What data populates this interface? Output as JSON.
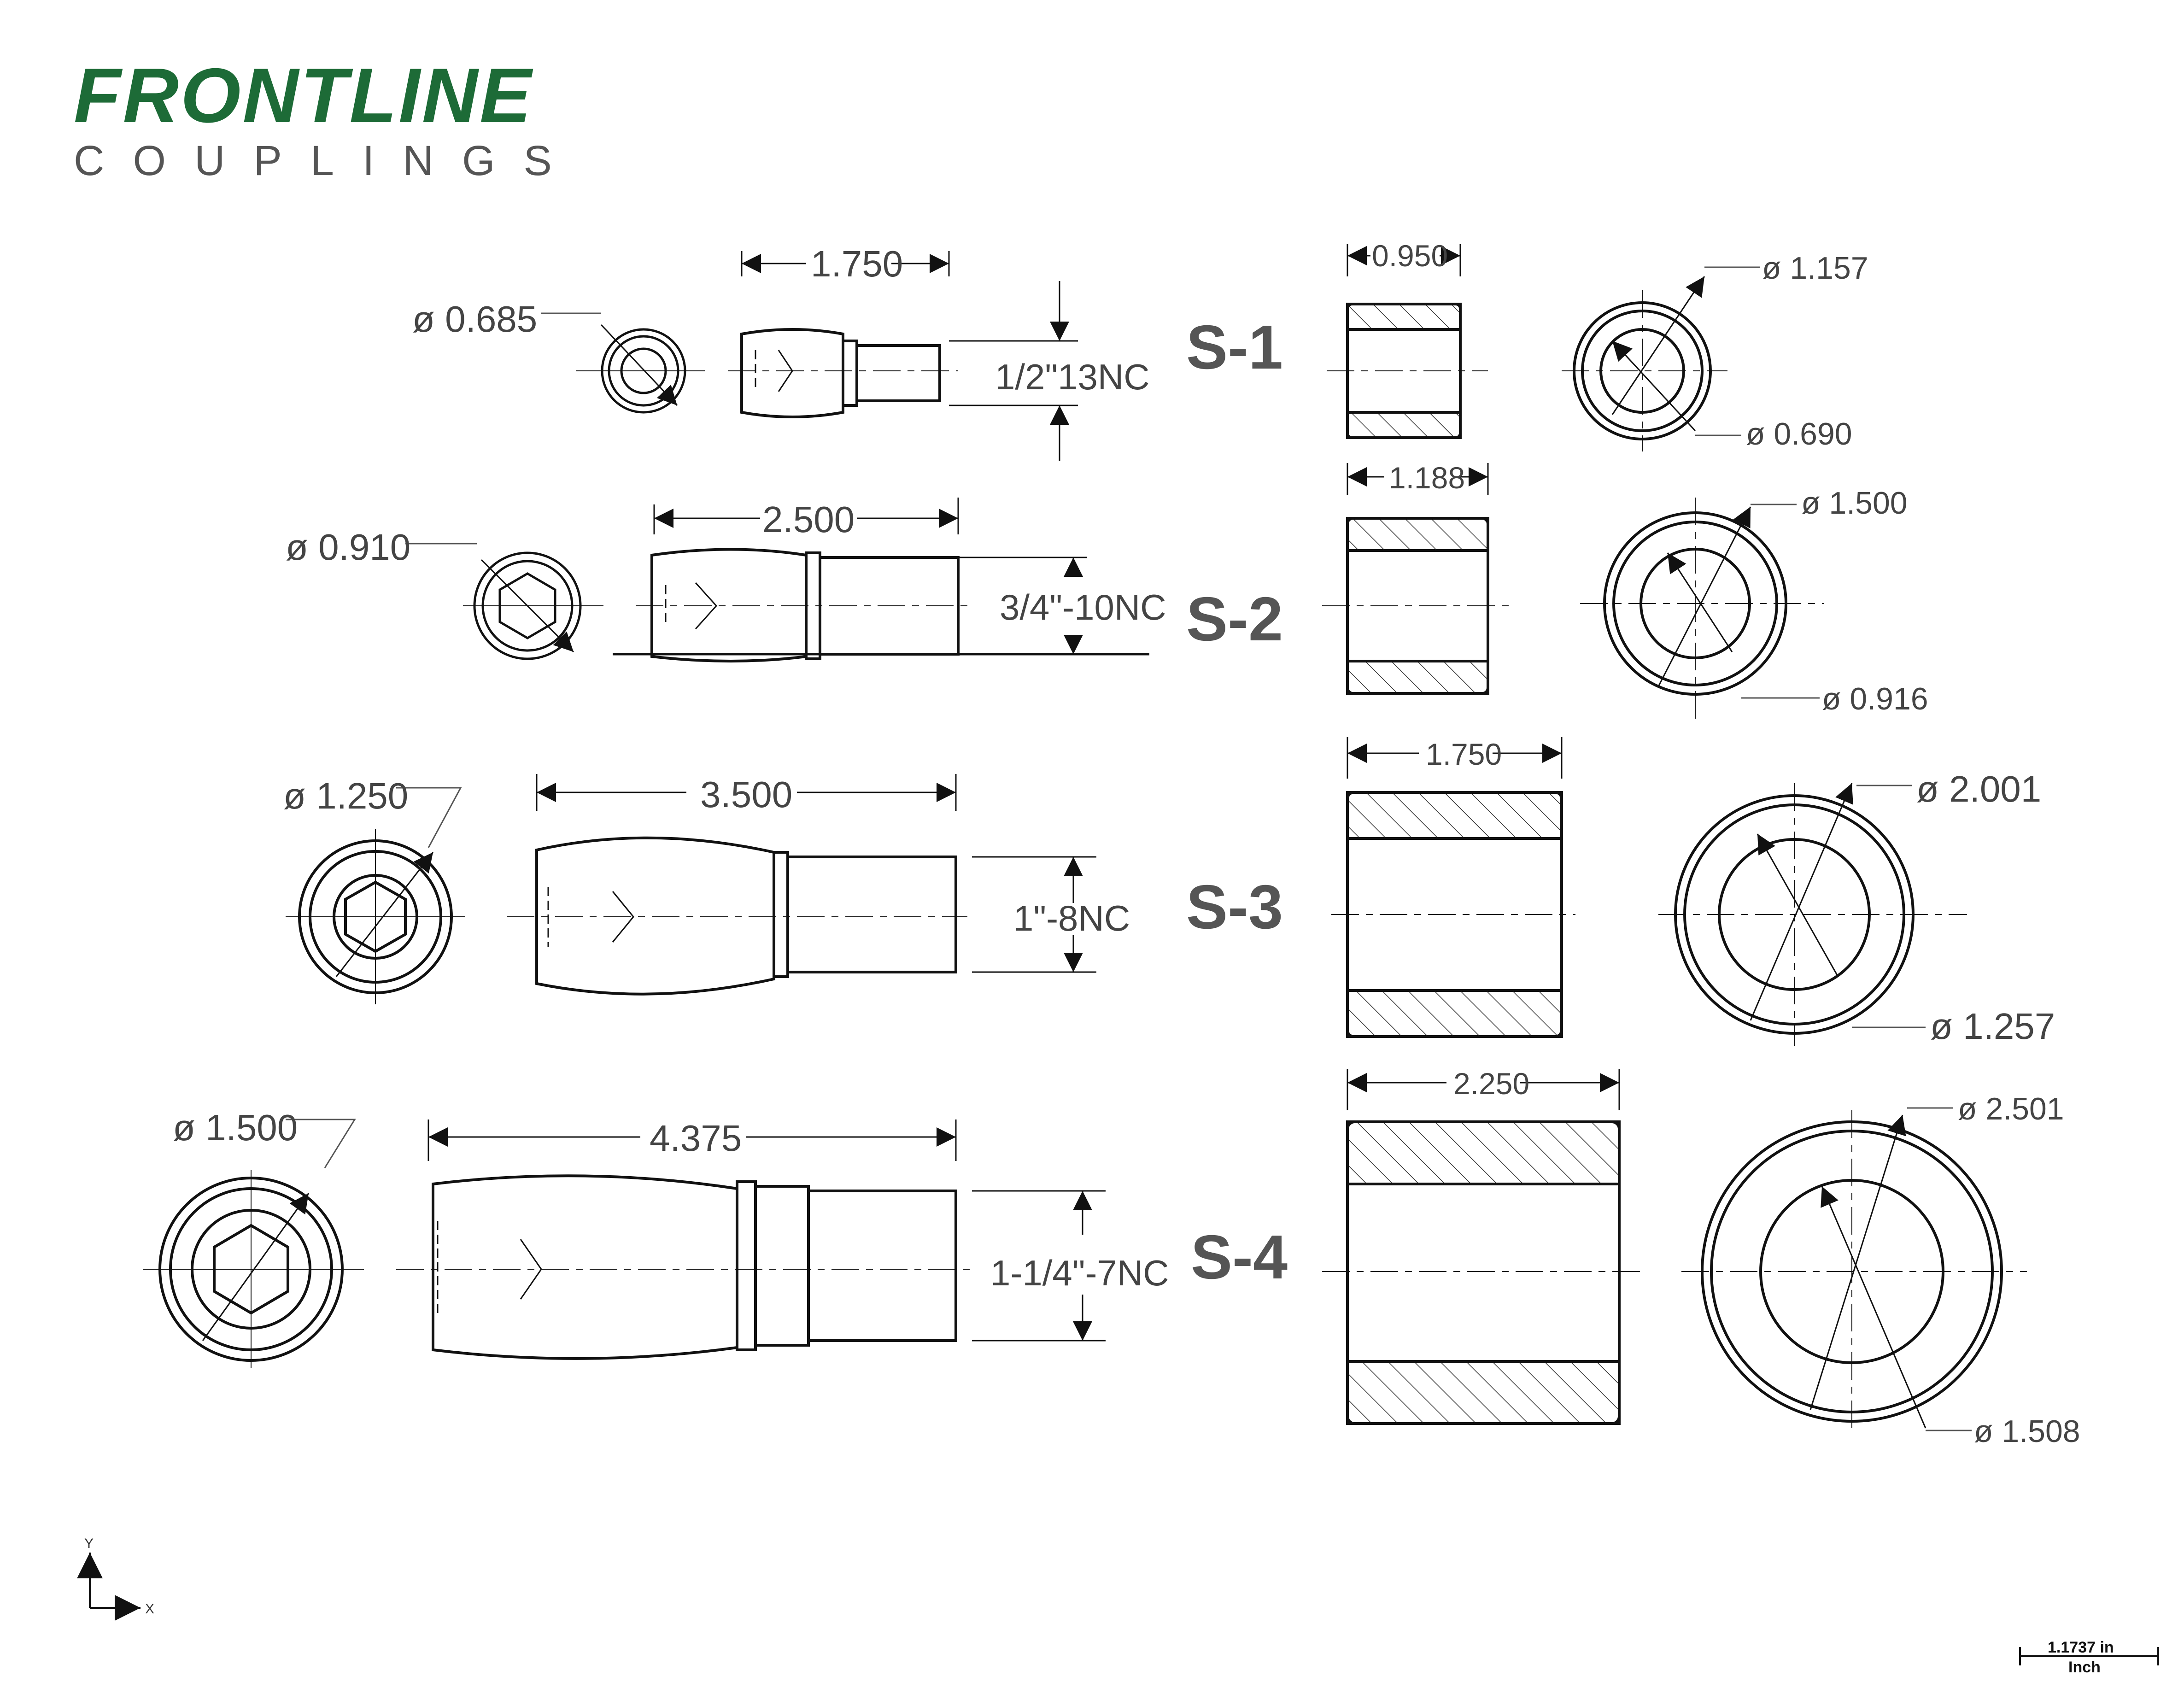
{
  "brand": {
    "name": "FRONTLINE",
    "tagline": "COUPLINGS",
    "color": "#1d6b37",
    "tagline_color": "#555555"
  },
  "parts": [
    {
      "label": "S-1",
      "end_dia": "ø 0.685",
      "length": "1.750",
      "thread": "1/2\"13NC",
      "sleeve_width": "0.950",
      "outer_dia": "ø 1.157",
      "inner_dia": "ø 0.690"
    },
    {
      "label": "S-2",
      "end_dia": "ø 0.910",
      "length": "2.500",
      "thread": "3/4\"-10NC",
      "sleeve_width": "1.188",
      "outer_dia": "ø 1.500",
      "inner_dia": "ø 0.916"
    },
    {
      "label": "S-3",
      "end_dia": "ø 1.250",
      "length": "3.500",
      "thread": "1\"-8NC",
      "sleeve_width": "1.750",
      "outer_dia": "ø 2.001",
      "inner_dia": "ø 1.257"
    },
    {
      "label": "S-4",
      "end_dia": "ø 1.500",
      "length": "4.375",
      "thread": "1-1/4\"-7NC",
      "sleeve_width": "2.250",
      "outer_dia": "ø 2.501",
      "inner_dia": "ø 1.508"
    }
  ],
  "axis": {
    "y": "Y",
    "x": "X"
  },
  "scale": {
    "value": "1.1737 in",
    "unit": "Inch"
  },
  "colors": {
    "line": "#111111",
    "dim_text": "#444444",
    "label": "#555555"
  }
}
